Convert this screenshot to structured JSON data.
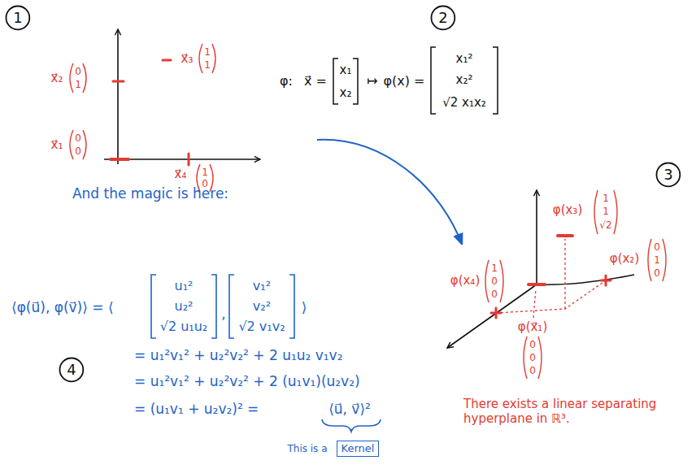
{
  "diagram": {
    "nodes": [
      {
        "text": [
          "1"
        ]
      },
      {
        "text": [
          "2"
        ]
      },
      {
        "text": [
          "3"
        ]
      },
      {
        "text": [
          "4"
        ]
      },
      {
        "text": [
          "Kernel"
        ]
      }
    ],
    "labels": [
      "x⃗₂",
      "0",
      "1",
      "x⃗₃",
      "1",
      "1",
      "x⃗₁",
      "0",
      "0",
      "x⃗₄",
      "1",
      "0",
      "And the magic is here:",
      "φ:",
      "x⃗ =",
      "x₁",
      "x₂",
      "↦",
      "φ(x) =",
      "x₁²",
      "x₂²",
      "√2 x₁x₂",
      "φ(x₃)",
      "1",
      "1",
      "√2",
      "φ(x₂)",
      "0",
      "1",
      "0",
      "φ(x₄)",
      "1",
      "0",
      "0",
      "φ(x⃗₁)",
      "0",
      "0",
      "0",
      "There exists a linear separating hyperplane in ℝ³.",
      "⟨φ(u⃗), φ(v⃗)⟩ = ⟨",
      "u₁²",
      "u₂²",
      "√2 u₁u₂",
      ",",
      "v₁²",
      "v₂²",
      "√2 v₁v₂",
      "⟩",
      "= u₁²v₁² + u₂²v₂² + 2 u₁u₂ v₁v₂",
      "= u₁²v₁² + u₂²v₂² + 2 (u₁v₁)(u₂v₂)",
      "= (u₁v₁ + u₂v₂)² =",
      "⟨u⃗, v⃗⟩²",
      "This is a"
    ]
  }
}
